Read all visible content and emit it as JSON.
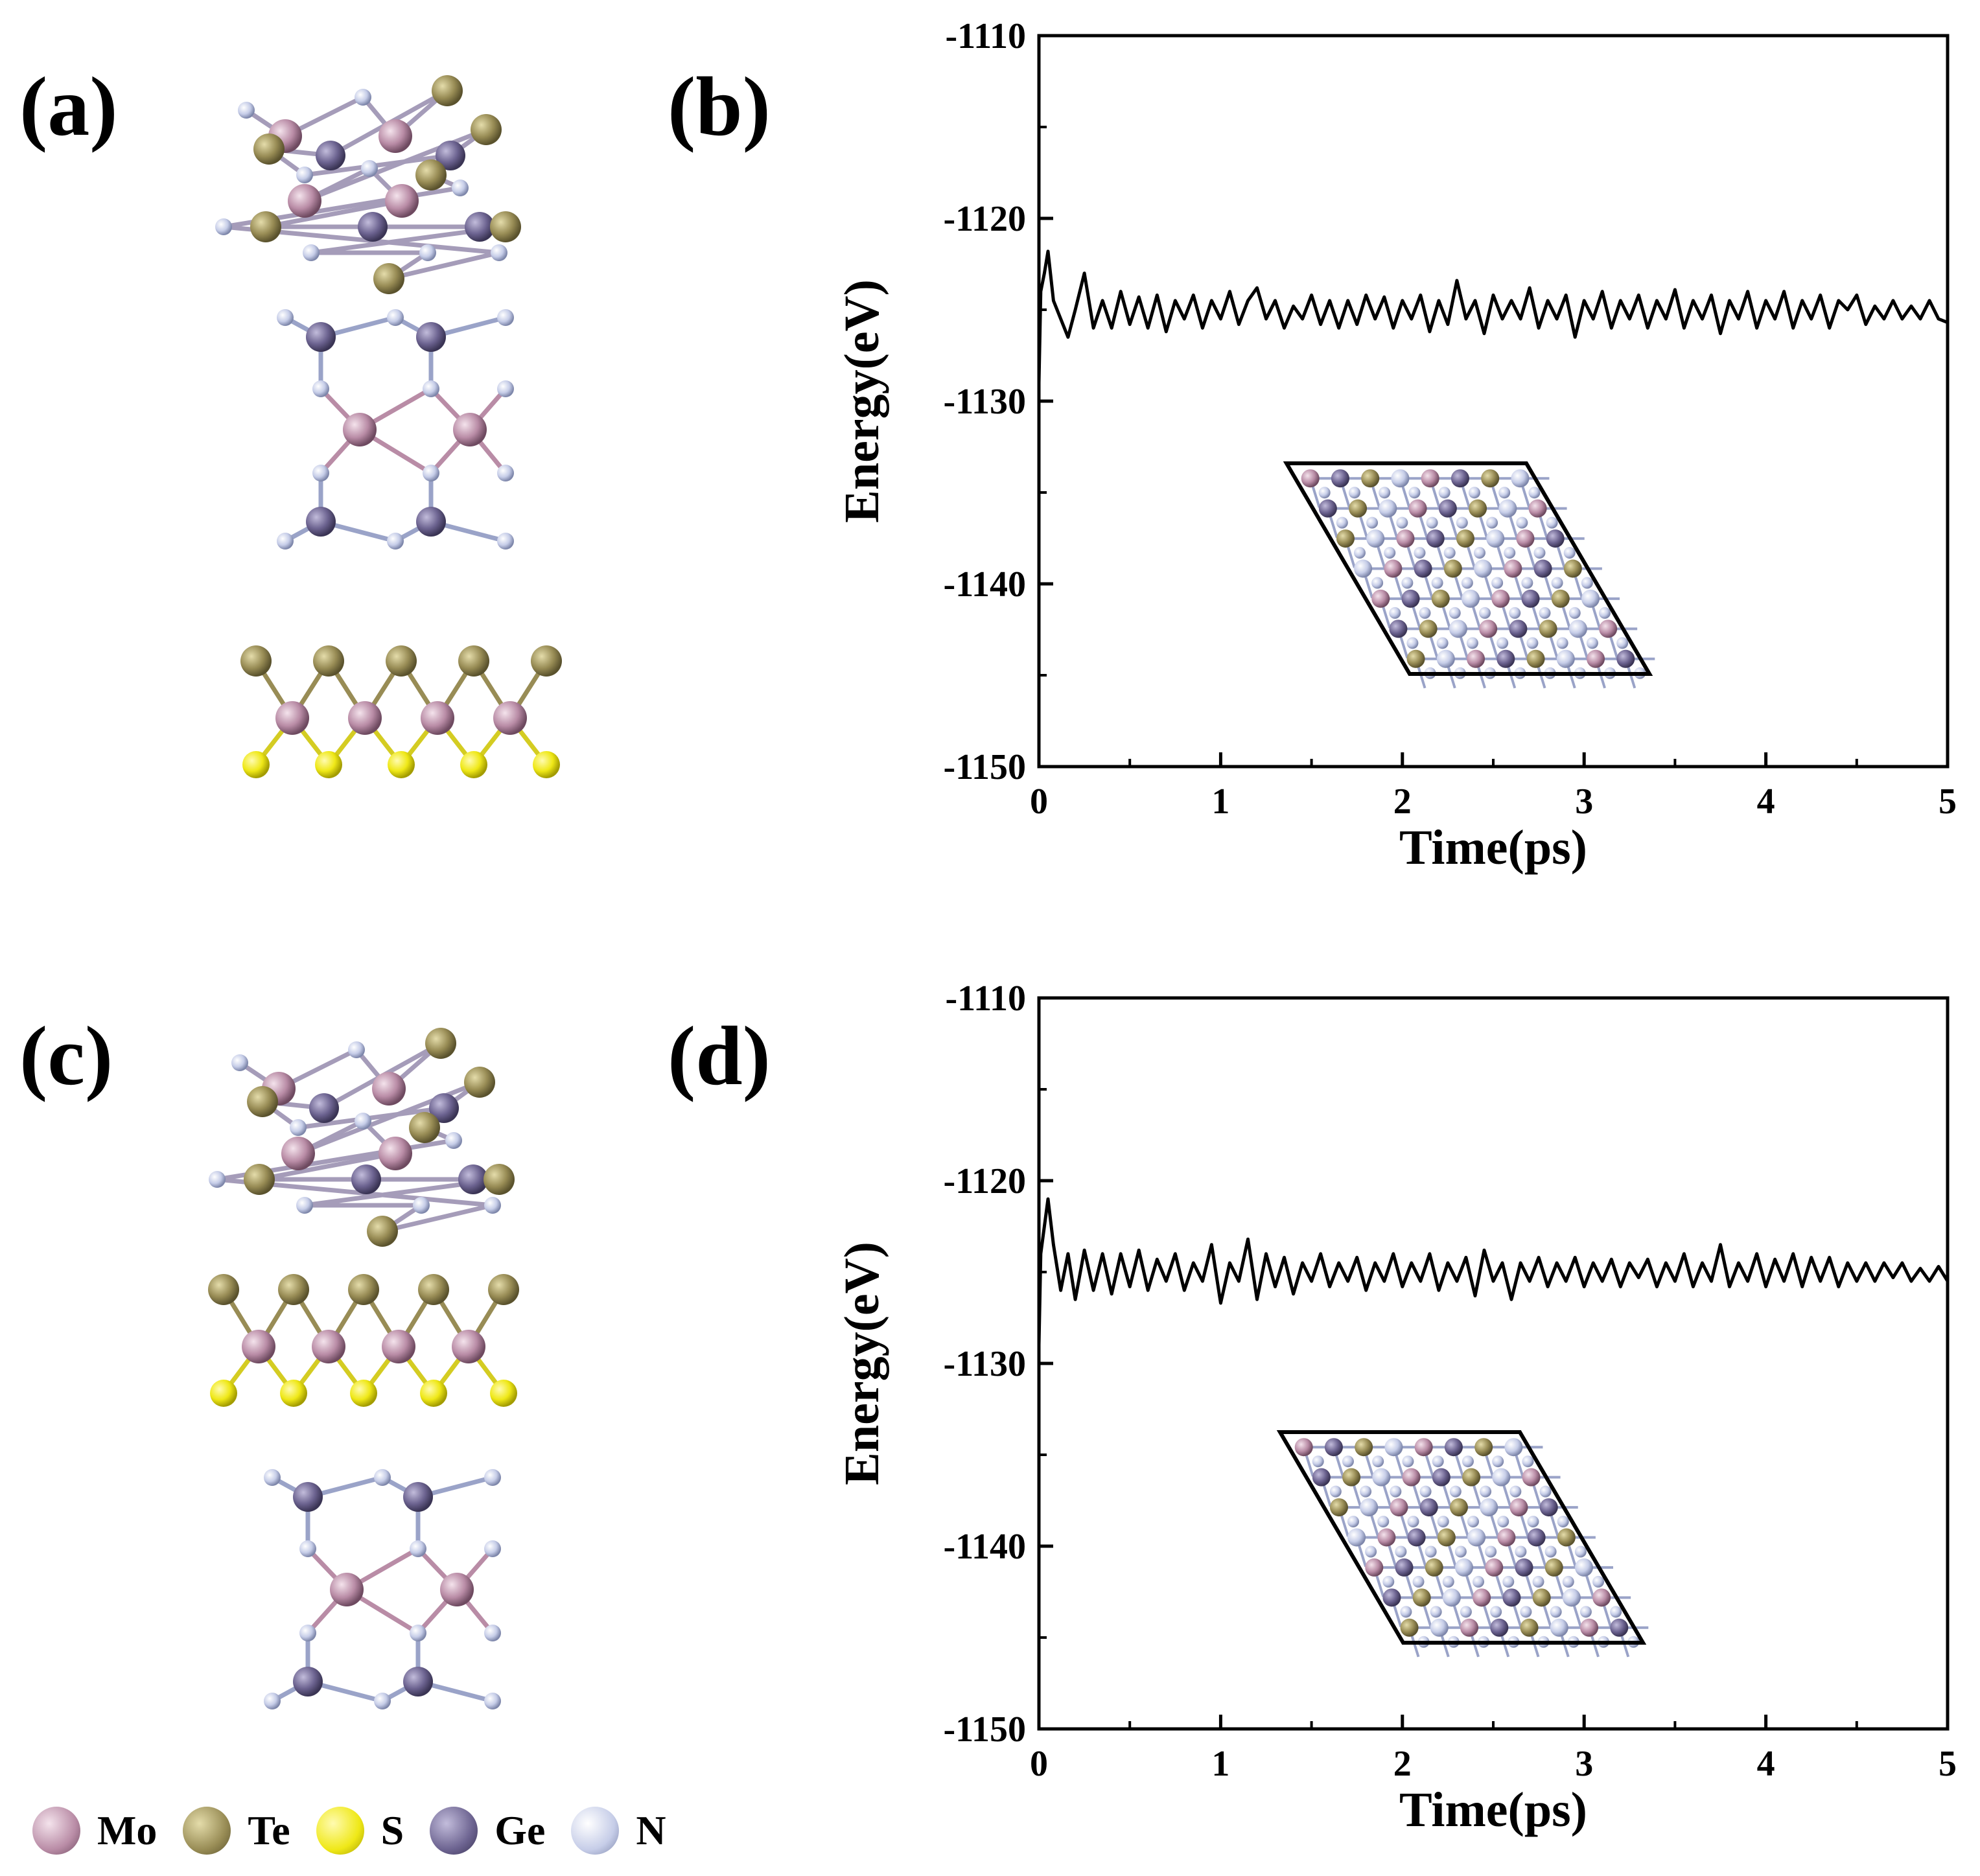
{
  "panel_labels": {
    "a": "(a)",
    "b": "(b)",
    "c": "(c)",
    "d": "(d)"
  },
  "legend": [
    {
      "label": "Mo",
      "color": "#b98ca6"
    },
    {
      "label": "Te",
      "color": "#988c55"
    },
    {
      "label": "S",
      "color": "#efe817"
    },
    {
      "label": "Ge",
      "color": "#6c6390"
    },
    {
      "label": "N",
      "color": "#c6cde8"
    }
  ],
  "chart_data": [
    {
      "panel": "b",
      "type": "line",
      "xlabel": "Time(ps)",
      "ylabel": "Energy(eV)",
      "xlim": [
        0,
        5
      ],
      "ylim": [
        -1150,
        -1110
      ],
      "xticks": [
        0,
        1,
        2,
        3,
        4,
        5
      ],
      "yticks": [
        -1150,
        -1140,
        -1130,
        -1120,
        -1110
      ],
      "series": [
        {
          "x": [
            0,
            0.01,
            0.03,
            0.05,
            0.08,
            0.12,
            0.16,
            0.2,
            0.25,
            0.3,
            0.35,
            0.4,
            0.45,
            0.5,
            0.55,
            0.6,
            0.65,
            0.7,
            0.75,
            0.8,
            0.85,
            0.9,
            0.95,
            1.0,
            1.05,
            1.1,
            1.15,
            1.2,
            1.25,
            1.3,
            1.35,
            1.4,
            1.45,
            1.5,
            1.55,
            1.6,
            1.65,
            1.7,
            1.75,
            1.8,
            1.85,
            1.9,
            1.95,
            2.0,
            2.05,
            2.1,
            2.15,
            2.2,
            2.25,
            2.3,
            2.35,
            2.4,
            2.45,
            2.5,
            2.55,
            2.6,
            2.65,
            2.7,
            2.75,
            2.8,
            2.85,
            2.9,
            2.95,
            3.0,
            3.05,
            3.1,
            3.15,
            3.2,
            3.25,
            3.3,
            3.35,
            3.4,
            3.45,
            3.5,
            3.55,
            3.6,
            3.65,
            3.7,
            3.75,
            3.8,
            3.85,
            3.9,
            3.95,
            4.0,
            4.05,
            4.1,
            4.15,
            4.2,
            4.25,
            4.3,
            4.35,
            4.4,
            4.45,
            4.5,
            4.55,
            4.6,
            4.65,
            4.7,
            4.75,
            4.8,
            4.85,
            4.9,
            4.95,
            5.0
          ],
          "y": [
            -1129,
            -1124,
            -1123,
            -1121.8,
            -1124.5,
            -1125.5,
            -1126.5,
            -1125,
            -1123,
            -1126,
            -1124.5,
            -1126,
            -1124,
            -1125.8,
            -1124.3,
            -1126,
            -1124.2,
            -1126.2,
            -1124.5,
            -1125.5,
            -1124.2,
            -1126,
            -1124.5,
            -1125.5,
            -1124,
            -1125.8,
            -1124.5,
            -1123.8,
            -1125.5,
            -1124.5,
            -1126,
            -1124.8,
            -1125.5,
            -1124.2,
            -1125.8,
            -1124.5,
            -1126,
            -1124.5,
            -1125.8,
            -1124.2,
            -1125.5,
            -1124.3,
            -1126,
            -1124.5,
            -1125.5,
            -1124.2,
            -1126.2,
            -1124.5,
            -1125.8,
            -1123.4,
            -1125.5,
            -1124.5,
            -1126.3,
            -1124.2,
            -1125.5,
            -1124.5,
            -1125.5,
            -1123.8,
            -1126,
            -1124.5,
            -1125.5,
            -1124.2,
            -1126.5,
            -1124.5,
            -1125.5,
            -1124,
            -1126,
            -1124.5,
            -1125.5,
            -1124.2,
            -1126,
            -1124.5,
            -1125.5,
            -1123.9,
            -1126,
            -1124.5,
            -1125.5,
            -1124.2,
            -1126.3,
            -1124.5,
            -1125.5,
            -1124,
            -1126,
            -1124.5,
            -1125.5,
            -1124,
            -1126,
            -1124.5,
            -1125.5,
            -1124.2,
            -1126,
            -1124.5,
            -1125,
            -1124.2,
            -1125.8,
            -1124.8,
            -1125.5,
            -1124.5,
            -1125.5,
            -1124.8,
            -1125.5,
            -1124.5,
            -1125.5,
            -1125.7
          ]
        }
      ]
    },
    {
      "panel": "d",
      "type": "line",
      "xlabel": "Time(ps)",
      "ylabel": "Energy(eV)",
      "xlim": [
        0,
        5
      ],
      "ylim": [
        -1150,
        -1110
      ],
      "xticks": [
        0,
        1,
        2,
        3,
        4,
        5
      ],
      "yticks": [
        -1150,
        -1140,
        -1130,
        -1120,
        -1110
      ],
      "series": [
        {
          "x": [
            0,
            0.01,
            0.03,
            0.05,
            0.08,
            0.12,
            0.16,
            0.2,
            0.25,
            0.3,
            0.35,
            0.4,
            0.45,
            0.5,
            0.55,
            0.6,
            0.65,
            0.7,
            0.75,
            0.8,
            0.85,
            0.9,
            0.95,
            1.0,
            1.05,
            1.1,
            1.15,
            1.2,
            1.25,
            1.3,
            1.35,
            1.4,
            1.45,
            1.5,
            1.55,
            1.6,
            1.65,
            1.7,
            1.75,
            1.8,
            1.85,
            1.9,
            1.95,
            2.0,
            2.05,
            2.1,
            2.15,
            2.2,
            2.25,
            2.3,
            2.35,
            2.4,
            2.45,
            2.5,
            2.55,
            2.6,
            2.65,
            2.7,
            2.75,
            2.8,
            2.85,
            2.9,
            2.95,
            3.0,
            3.05,
            3.1,
            3.15,
            3.2,
            3.25,
            3.3,
            3.35,
            3.4,
            3.45,
            3.5,
            3.55,
            3.6,
            3.65,
            3.7,
            3.75,
            3.8,
            3.85,
            3.9,
            3.95,
            4.0,
            4.05,
            4.1,
            4.15,
            4.2,
            4.25,
            4.3,
            4.35,
            4.4,
            4.45,
            4.5,
            4.55,
            4.6,
            4.65,
            4.7,
            4.75,
            4.8,
            4.85,
            4.9,
            4.95,
            5.0
          ],
          "y": [
            -1129,
            -1124,
            -1122.5,
            -1121,
            -1123.5,
            -1126,
            -1124,
            -1126.5,
            -1123.8,
            -1126,
            -1124,
            -1126.2,
            -1124,
            -1125.8,
            -1123.8,
            -1126,
            -1124.3,
            -1125.5,
            -1124,
            -1126,
            -1124.5,
            -1125.5,
            -1123.5,
            -1126.7,
            -1124.5,
            -1125.5,
            -1123.2,
            -1126.5,
            -1124,
            -1125.8,
            -1124.2,
            -1126.2,
            -1124.5,
            -1125.5,
            -1124,
            -1125.8,
            -1124.5,
            -1125.5,
            -1124.2,
            -1126,
            -1124.5,
            -1125.5,
            -1124,
            -1125.8,
            -1124.5,
            -1125.5,
            -1124,
            -1126,
            -1124.5,
            -1125.5,
            -1124.2,
            -1126.3,
            -1123.8,
            -1125.5,
            -1124.5,
            -1126.5,
            -1124.5,
            -1125.5,
            -1124.2,
            -1125.8,
            -1124.5,
            -1125.5,
            -1124.2,
            -1125.8,
            -1124.5,
            -1125.5,
            -1124.3,
            -1125.8,
            -1124.5,
            -1125.3,
            -1124.3,
            -1125.8,
            -1124.5,
            -1125.5,
            -1124,
            -1125.8,
            -1124.5,
            -1125.5,
            -1123.5,
            -1125.8,
            -1124.5,
            -1125.5,
            -1124,
            -1125.8,
            -1124.3,
            -1125.5,
            -1124,
            -1125.8,
            -1124.2,
            -1125.5,
            -1124.2,
            -1125.8,
            -1124.5,
            -1125.5,
            -1124.5,
            -1125.5,
            -1124.5,
            -1125.3,
            -1124.5,
            -1125.5,
            -1124.8,
            -1125.5,
            -1124.7,
            -1125.5
          ]
        }
      ]
    }
  ]
}
